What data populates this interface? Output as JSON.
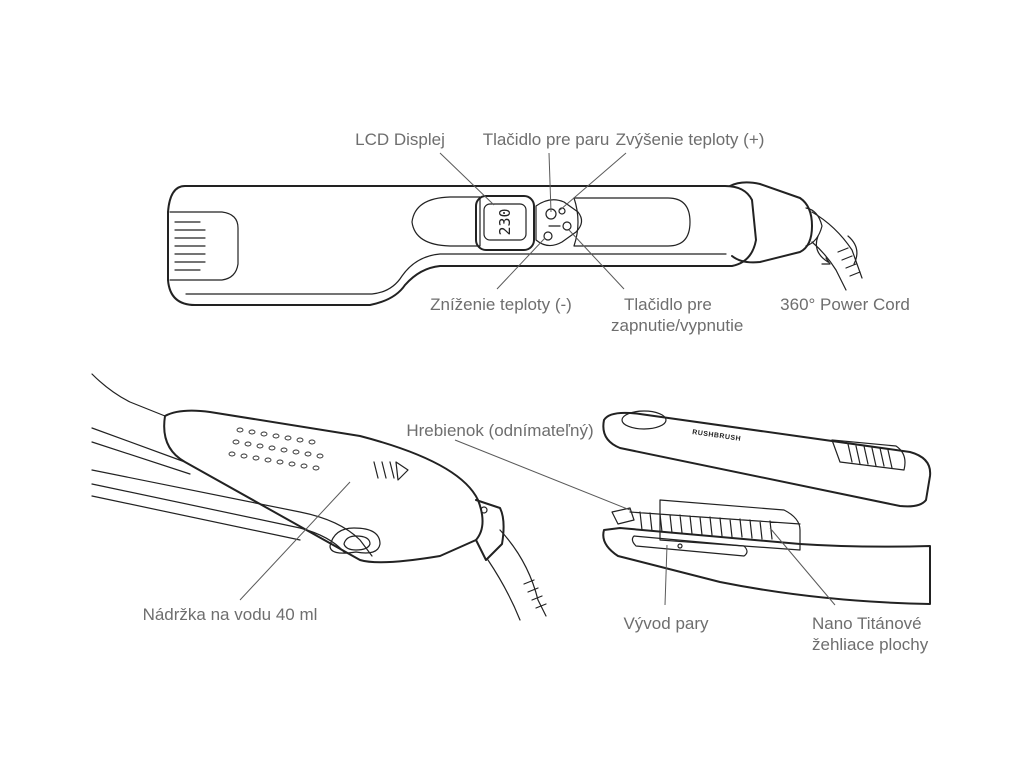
{
  "labels": {
    "lcd_display": "LCD Displej",
    "steam_button": "Tlačidlo pre paru",
    "temp_increase": "Zvýšenie teploty (+)",
    "temp_decrease": "Zníženie teploty (-)",
    "power_button_line1": "Tlačidlo pre",
    "power_button_line2": "zapnutie/vypnutie",
    "power_cord": "360° Power Cord",
    "comb": "Hrebienok (odnímateľný)",
    "water_tank": "Nádržka na vodu 40 ml",
    "steam_outlet": "Vývod pary",
    "plates_line1": "Nano Titánové",
    "plates_line2": "žehliace plochy"
  },
  "device": {
    "lcd_value": "230",
    "brand": "RUSHBRUSH"
  }
}
